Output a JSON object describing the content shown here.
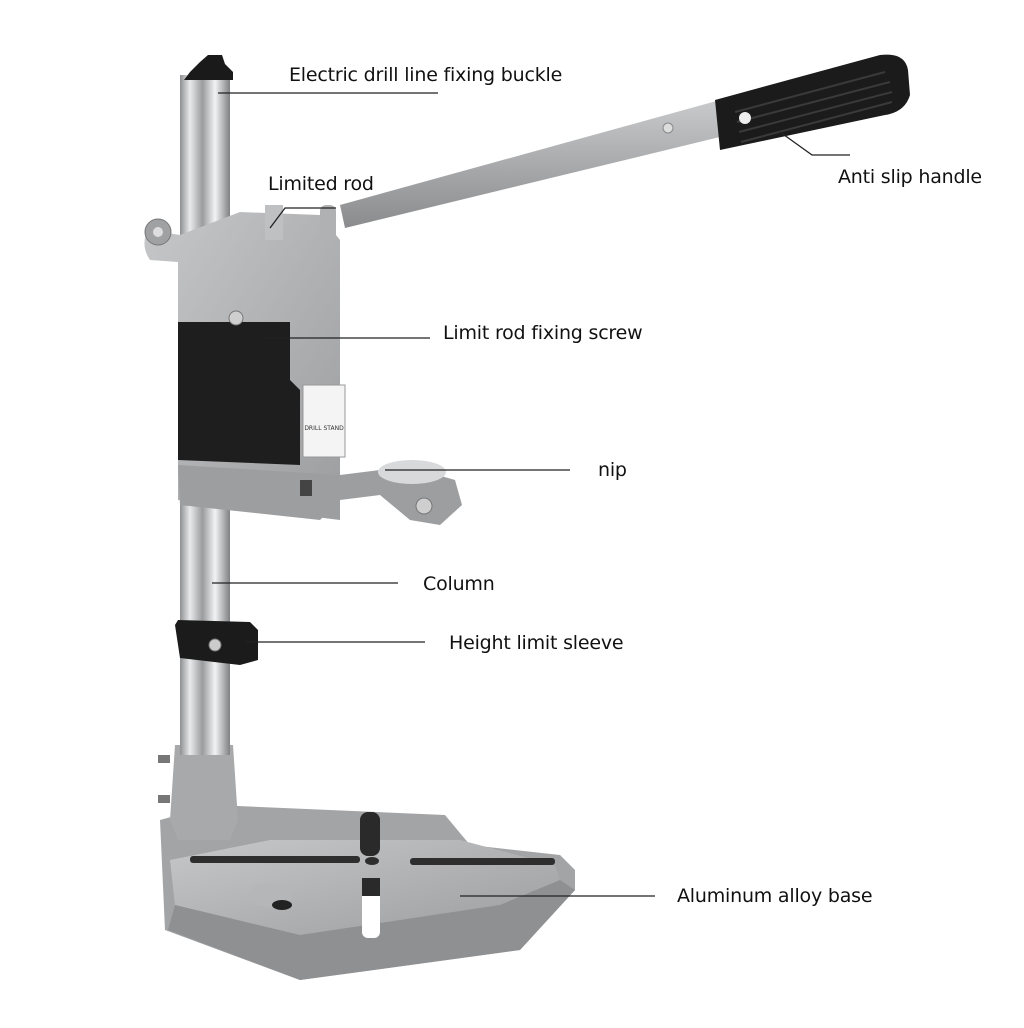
{
  "diagram": {
    "subject": "Drill press stand",
    "background": "#ffffff",
    "colors": {
      "aluminum": "#a9aaac",
      "aluminum_light": "#c4c5c7",
      "aluminum_dark": "#7d7e80",
      "chrome": "#d6d7d9",
      "black_part": "#1c1c1c",
      "leader_line": "#222222",
      "label_text": "#111111"
    },
    "callouts": [
      {
        "id": "buckle",
        "text": "Electric drill line fixing buckle"
      },
      {
        "id": "limited-rod",
        "text": "Limited rod"
      },
      {
        "id": "anti-slip-handle",
        "text": "Anti slip handle"
      },
      {
        "id": "limit-rod-screw",
        "text": "Limit rod fixing screw"
      },
      {
        "id": "nip",
        "text": "nip"
      },
      {
        "id": "column",
        "text": "Column"
      },
      {
        "id": "height-limit-sleeve",
        "text": "Height limit sleeve"
      },
      {
        "id": "base",
        "text": "Aluminum alloy base"
      }
    ],
    "plate_text": "DRILL STAND"
  }
}
